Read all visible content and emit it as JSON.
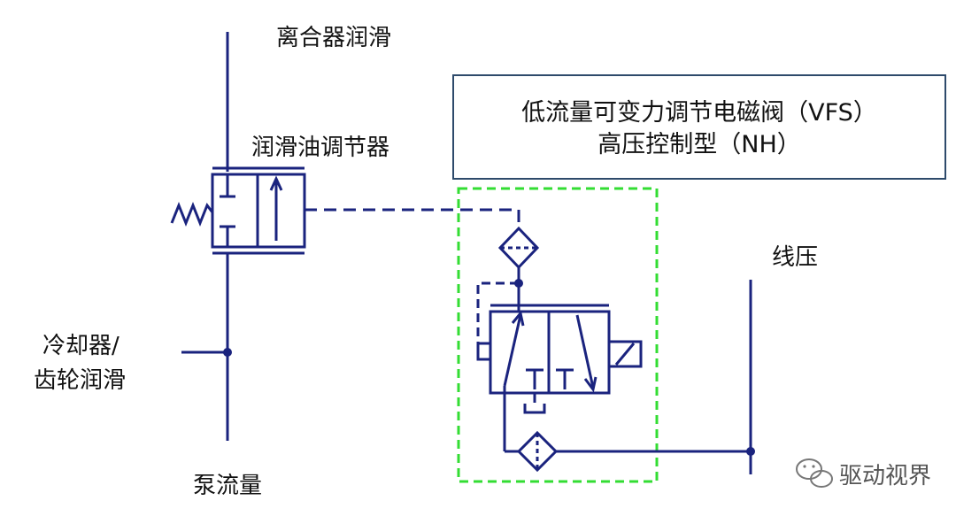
{
  "labels": {
    "clutch_lube": "离合器润滑",
    "lube_regulator": "润滑油调节器",
    "cooler_line1": "冷却器/",
    "cooler_line2": "齿轮润滑",
    "pump_flow": "泵流量",
    "line_pressure": "线压"
  },
  "title_box": {
    "line1": "低流量可变力调节电磁阀（VFS）",
    "line2": "高压控制型（NH）"
  },
  "watermark": {
    "text": "驱动视界",
    "icon": "wechat-icon"
  },
  "colors": {
    "line": "#1a237e",
    "title_border": "#2e4a6b",
    "highlight": "#33dd33"
  }
}
